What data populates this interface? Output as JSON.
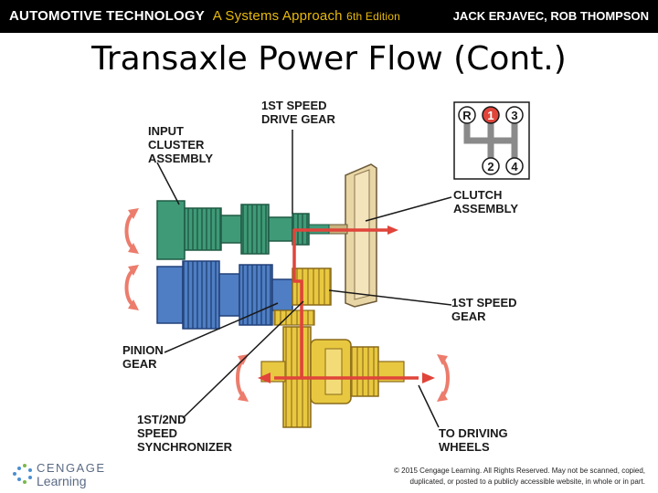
{
  "header": {
    "book_title": "AUTOMOTIVE TECHNOLOGY",
    "book_subtitle": "A Systems Approach",
    "edition": "6th Edition",
    "authors": "JACK ERJAVEC, ROB THOMPSON"
  },
  "slide": {
    "title": "Transaxle Power Flow (Cont.)"
  },
  "diagram": {
    "labels": {
      "first_drive_gear": [
        "1ST SPEED",
        "DRIVE GEAR"
      ],
      "input_cluster": [
        "INPUT",
        "CLUSTER",
        "ASSEMBLY"
      ],
      "clutch": [
        "CLUTCH",
        "ASSEMBLY"
      ],
      "first_gear": [
        "1ST SPEED",
        "GEAR"
      ],
      "pinion": [
        "PINION",
        "GEAR"
      ],
      "synchronizer": [
        "1ST/2ND",
        "SPEED",
        "SYNCHRONIZER"
      ],
      "wheels": [
        "TO DRIVING",
        "WHEELS"
      ]
    },
    "shift_pattern": [
      "R",
      "1",
      "3",
      "2",
      "4"
    ],
    "colors": {
      "input_shaft": "#3f9a78",
      "output_shaft": "#4f7ec4",
      "differential": "#e8c840",
      "clutch": "#e9d6a6",
      "power_flow": "#e0443a",
      "rotation_arrow": "#ec7c6c"
    }
  },
  "footer": {
    "logo_top": "CENGAGE",
    "logo_bottom": "Learning",
    "copyright": "© 2015 Cengage Learning. All Rights Reserved. May not be scanned, copied, duplicated, or posted to a publicly accessible website, in whole or in part."
  }
}
